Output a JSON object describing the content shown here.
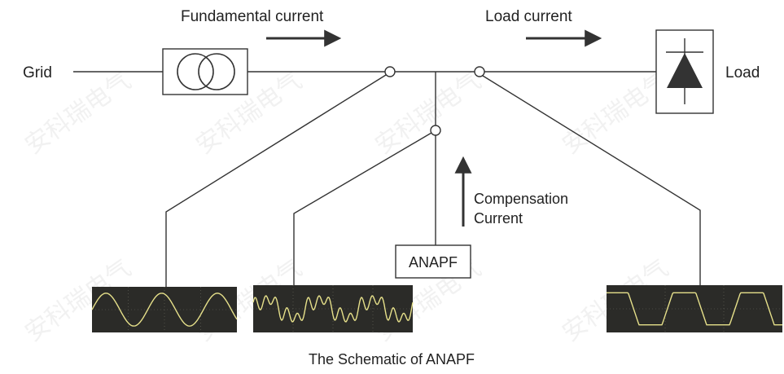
{
  "labels": {
    "grid": "Grid",
    "load": "Load",
    "fundamental_current": "Fundamental current",
    "load_current": "Load current",
    "compensation_line1": "Compensation",
    "compensation_line2": "Current",
    "anapf": "ANAPF",
    "caption": "The Schematic of ANAPF"
  },
  "watermark": {
    "text": "安科瑞电气"
  },
  "colors": {
    "line": "#333333",
    "scope_background": "#2b2b28",
    "waveform": "#e6e08a",
    "watermark": "#d9d9d9"
  },
  "icons": {
    "transformer": "transformer-icon",
    "diode": "diode-icon"
  },
  "waveforms": {
    "fundamental": "sine",
    "distorted": "harmonic-distorted",
    "load": "trapezoidal"
  }
}
